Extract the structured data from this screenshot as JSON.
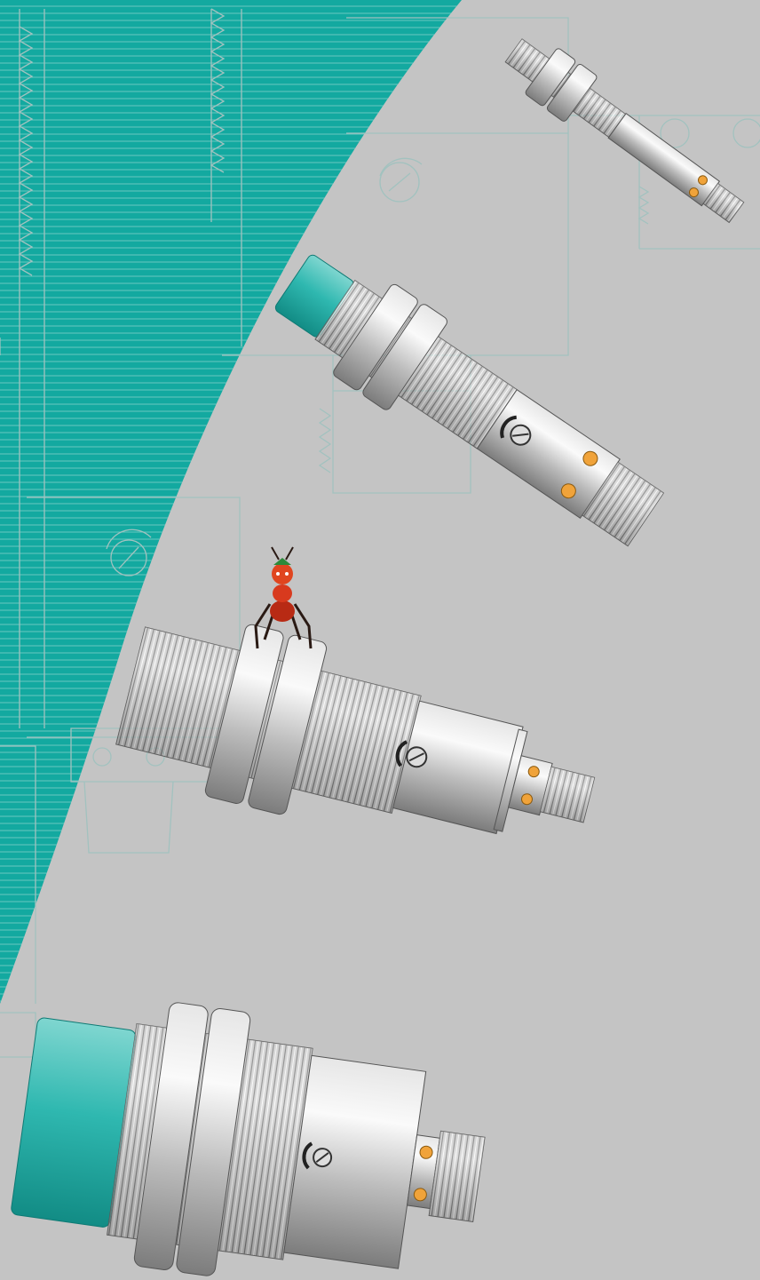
{
  "palette": {
    "background": "#c4c4c4",
    "teal": "#13a9a0",
    "teal_line": "#8fc6c2",
    "drawing_line": "#9ab8b4",
    "metal_light": "#f2f2f2",
    "metal_mid": "#c9c9c9",
    "metal_dark": "#8a8a8a",
    "sensor_face": "#2fb8b0",
    "led": "#f0a33a",
    "ant": "#d83a1e"
  },
  "sensors": [
    {
      "id": "m8-small-top-right",
      "has_teal_face": false
    },
    {
      "id": "m12-with-teal-face",
      "has_teal_face": true
    },
    {
      "id": "m18-with-ant",
      "has_teal_face": false
    },
    {
      "id": "m30-large-bottom",
      "has_teal_face": true
    }
  ],
  "mascot": {
    "icon": "ant-icon"
  }
}
